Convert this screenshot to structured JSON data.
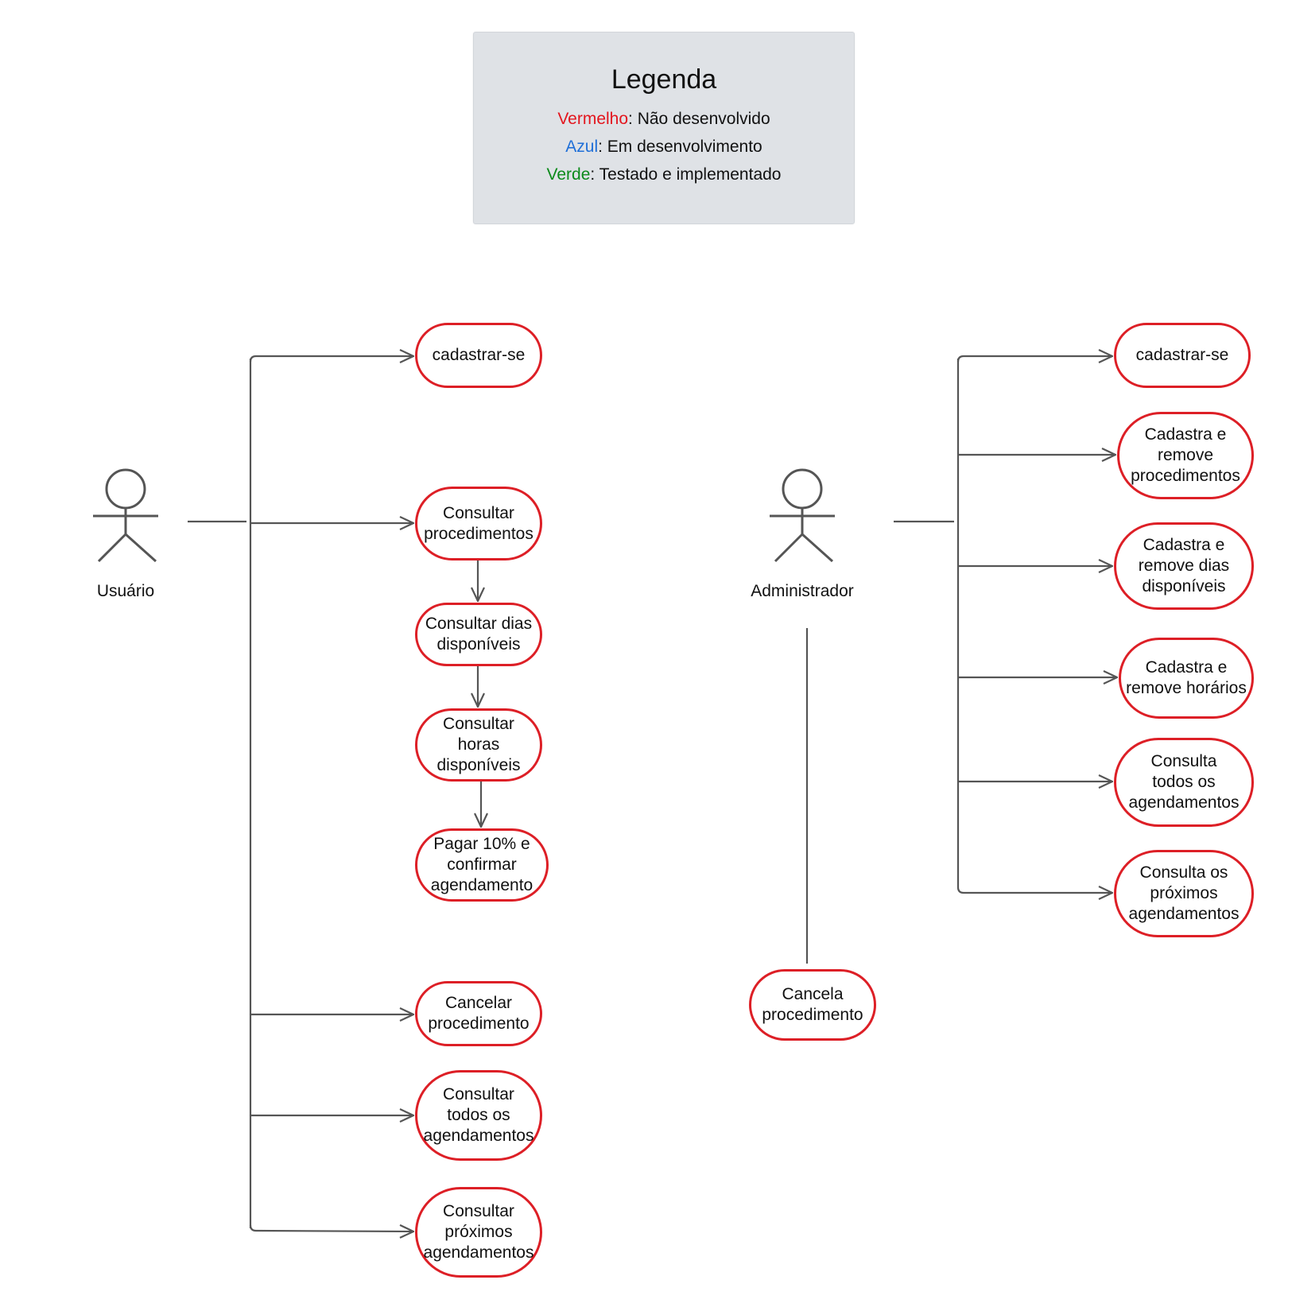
{
  "legend": {
    "title": "Legenda",
    "rows": [
      {
        "key": "Vermelho",
        "key_color": "#e3161e",
        "text": ": Não desenvolvido"
      },
      {
        "key": "Azul",
        "key_color": "#1f6fd8",
        "text": ": Em desenvolvimento"
      },
      {
        "key": "Verde",
        "key_color": "#0b8a1a",
        "text": ": Testado e implementado"
      }
    ]
  },
  "colors": {
    "node_border": "#dd1f26",
    "connector": "#555555",
    "actor": "#555555"
  },
  "actors": [
    {
      "id": "usuario",
      "label": "Usuário"
    },
    {
      "id": "administrador",
      "label": "Administrador"
    }
  ],
  "nodes": [
    {
      "id": "u_cadastrar",
      "label": "cadastrar-se",
      "status": "Vermelho"
    },
    {
      "id": "u_proc",
      "label": "Consultar\nprocedimentos",
      "status": "Vermelho"
    },
    {
      "id": "u_dias",
      "label": "Consultar dias\ndisponíveis",
      "status": "Vermelho"
    },
    {
      "id": "u_horas",
      "label": "Consultar\nhoras\ndisponíveis",
      "status": "Vermelho"
    },
    {
      "id": "u_pagar",
      "label": "Pagar 10% e\nconfirmar\nagendamento",
      "status": "Vermelho"
    },
    {
      "id": "u_cancelar",
      "label": "Cancelar\nprocedimento",
      "status": "Vermelho"
    },
    {
      "id": "u_todos",
      "label": "Consultar\ntodos os\nagendamentos",
      "status": "Vermelho"
    },
    {
      "id": "u_proximos",
      "label": "Consultar\npróximos\nagendamentos",
      "status": "Vermelho"
    },
    {
      "id": "a_cadastrar",
      "label": "cadastrar-se",
      "status": "Vermelho"
    },
    {
      "id": "a_proc",
      "label": "Cadastra e\nremove\nprocedimentos",
      "status": "Vermelho"
    },
    {
      "id": "a_dias",
      "label": "Cadastra e\nremove dias\ndisponíveis",
      "status": "Vermelho"
    },
    {
      "id": "a_horarios",
      "label": "Cadastra e\nremove horários",
      "status": "Vermelho"
    },
    {
      "id": "a_todos",
      "label": "Consulta\ntodos os\nagendamentos",
      "status": "Vermelho"
    },
    {
      "id": "a_proximos",
      "label": "Consulta os\npróximos\nagendamentos",
      "status": "Vermelho"
    },
    {
      "id": "a_cancela",
      "label": "Cancela\nprocedimento",
      "status": "Vermelho"
    }
  ]
}
